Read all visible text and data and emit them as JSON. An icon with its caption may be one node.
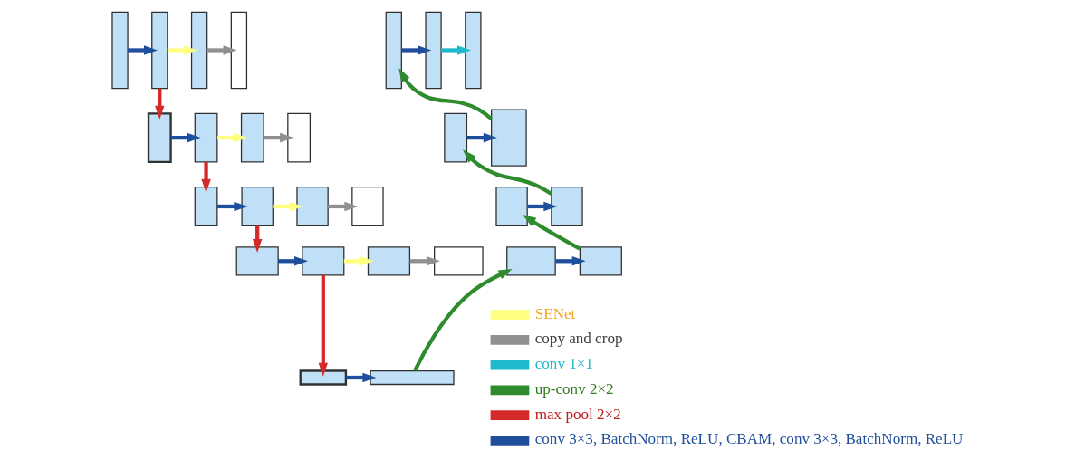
{
  "diagram": {
    "nodes": [
      {
        "text": [],
        "shape": "box"
      },
      {
        "text": [],
        "shape": "box"
      },
      {
        "text": [],
        "shape": "box"
      },
      {
        "text": [],
        "shape": "box"
      },
      {
        "text": [],
        "shape": "box"
      },
      {
        "text": [],
        "shape": "box"
      },
      {
        "text": [],
        "shape": "box"
      },
      {
        "text": [],
        "shape": "box"
      },
      {
        "text": [],
        "shape": "box"
      },
      {
        "text": [],
        "shape": "box"
      },
      {
        "text": [],
        "shape": "box"
      },
      {
        "text": [],
        "shape": "box"
      },
      {
        "text": [],
        "shape": "box"
      },
      {
        "text": [],
        "shape": "box"
      },
      {
        "text": [],
        "shape": "box"
      },
      {
        "text": [],
        "shape": "box"
      },
      {
        "text": [],
        "shape": "box"
      },
      {
        "text": [],
        "shape": "box"
      },
      {
        "text": [],
        "shape": "box"
      },
      {
        "text": [],
        "shape": "box"
      },
      {
        "text": [],
        "shape": "box"
      },
      {
        "text": [],
        "shape": "box"
      },
      {
        "text": [],
        "shape": "box"
      },
      {
        "text": [],
        "shape": "box"
      },
      {
        "text": [],
        "shape": "box"
      },
      {
        "text": [],
        "shape": "box"
      },
      {
        "text": [],
        "shape": "box"
      }
    ],
    "edges": [
      {
        "from": 0,
        "to": 1,
        "arrow": "to"
      },
      {
        "from": 1,
        "to": 2,
        "arrow": "to",
        "color": "#ffff80"
      },
      {
        "from": 2,
        "to": 3,
        "arrow": "to",
        "color": "#909090"
      },
      {
        "from": 4,
        "to": 5,
        "arrow": "to"
      },
      {
        "from": 5,
        "to": 6,
        "arrow": "to",
        "color": "#1fb8cc"
      },
      {
        "from": 1,
        "to": 7,
        "arrow": "to",
        "color": "#d42a2a"
      },
      {
        "from": 7,
        "to": 8,
        "arrow": "to"
      },
      {
        "from": 8,
        "to": 9,
        "arrow": "to",
        "color": "#ffff80"
      },
      {
        "from": 9,
        "to": 10,
        "arrow": "to",
        "color": "#909090"
      },
      {
        "from": 11,
        "to": 12,
        "arrow": "to"
      },
      {
        "from": 12,
        "to": 4,
        "arrow": "to",
        "color": "#2e8b2e"
      },
      {
        "from": 8,
        "to": 13,
        "arrow": "to",
        "color": "#d42a2a"
      },
      {
        "from": 13,
        "to": 14,
        "arrow": "to"
      },
      {
        "from": 14,
        "to": 15,
        "arrow": "to",
        "color": "#ffff80"
      },
      {
        "from": 15,
        "to": 16,
        "arrow": "to",
        "color": "#909090"
      },
      {
        "from": 17,
        "to": 18,
        "arrow": "to"
      },
      {
        "from": 18,
        "to": 11,
        "arrow": "to",
        "color": "#2e8b2e"
      },
      {
        "from": 14,
        "to": 19,
        "arrow": "to",
        "color": "#d42a2a"
      },
      {
        "from": 19,
        "to": 20,
        "arrow": "to"
      },
      {
        "from": 20,
        "to": 21,
        "arrow": "to",
        "color": "#ffff80"
      },
      {
        "from": 21,
        "to": 22,
        "arrow": "to",
        "color": "#909090"
      },
      {
        "from": 23,
        "to": 24,
        "arrow": "to"
      },
      {
        "from": 24,
        "to": 17,
        "arrow": "to",
        "color": "#2e8b2e"
      },
      {
        "from": 20,
        "to": 25,
        "arrow": "to",
        "color": "#d42a2a"
      },
      {
        "from": 25,
        "to": 26,
        "arrow": "to"
      },
      {
        "from": 26,
        "to": 23,
        "arrow": "to",
        "color": "#2e8b2e"
      }
    ],
    "legend": [
      {
        "text": "SENet"
      },
      {
        "text": "copy and crop"
      },
      {
        "text": "conv 1×1"
      },
      {
        "text": "up-conv 2×2"
      },
      {
        "text": "max pool 2×2"
      },
      {
        "text": "conv 3×3, BatchNorm, ReLU, CBAM, conv 3×3, BatchNorm, ReLU"
      }
    ]
  }
}
